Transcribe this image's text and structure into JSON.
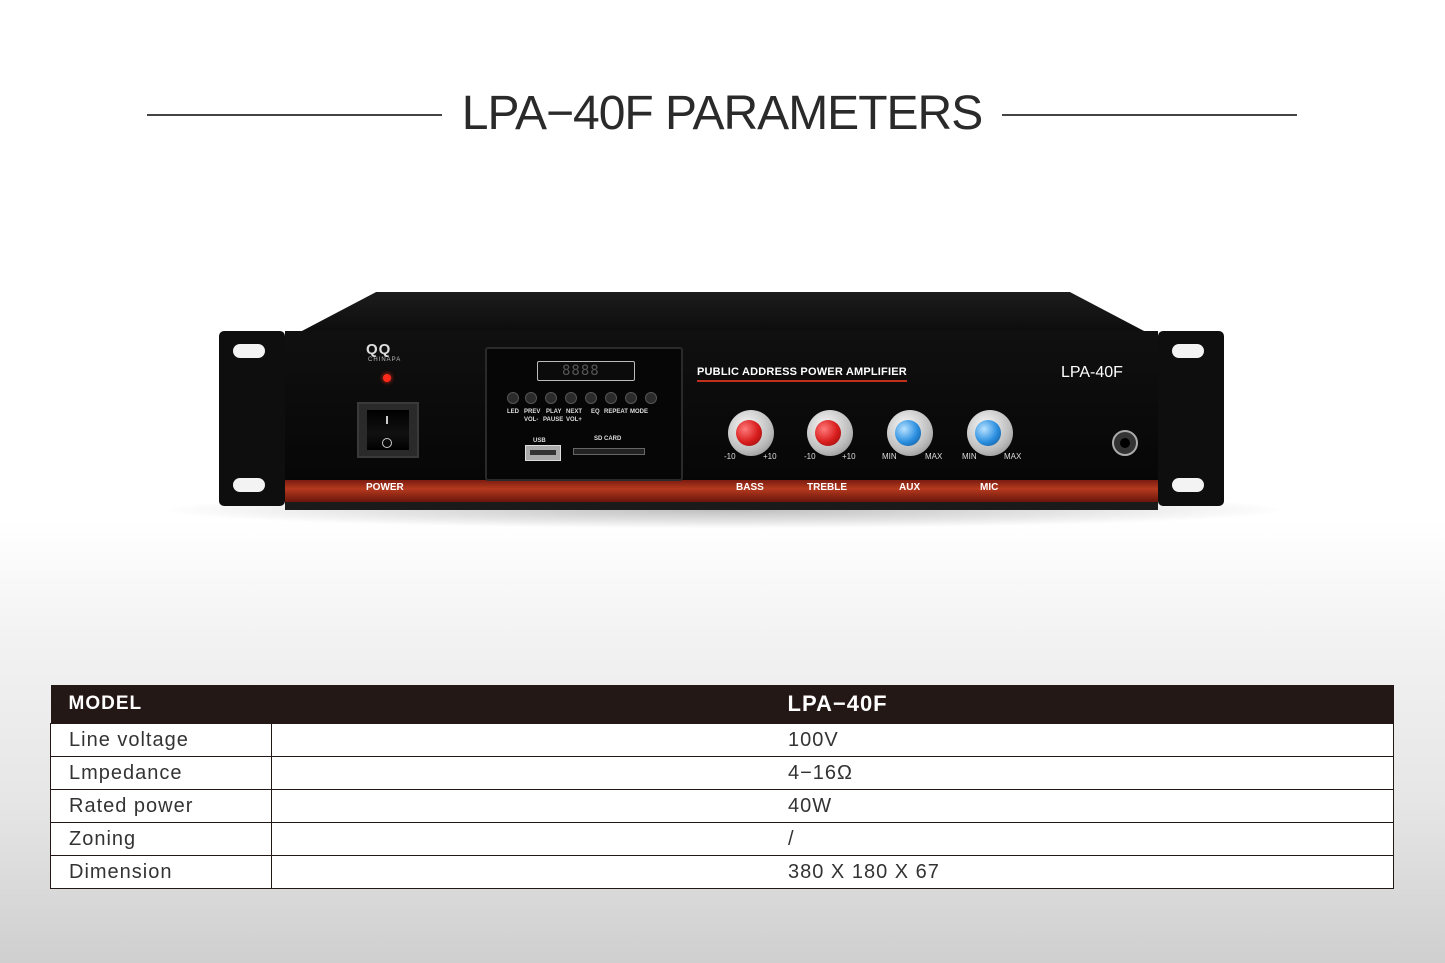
{
  "page": {
    "title": "LPA−40F PARAMETERS"
  },
  "device": {
    "logo": "QQ",
    "logo_sub": "CHINAPA",
    "brand_text": "PUBLIC ADDRESS POWER AMPLIFIER",
    "model_tag": "LPA-40F",
    "power_label": "POWER",
    "player": {
      "display": "8888",
      "buttons": [
        "LED",
        "PREV",
        "PLAY",
        "NEXT",
        "EQ",
        "REPEAT",
        "MODE"
      ],
      "button_sublabels": [
        "VOL-",
        "PAUSE",
        "VOL+"
      ],
      "usb_label": "USB",
      "sd_label": "SD CARD"
    },
    "knobs": [
      {
        "label": "BASS",
        "min": "-10",
        "max": "+10",
        "color": "#d81c1c"
      },
      {
        "label": "TREBLE",
        "min": "-10",
        "max": "+10",
        "color": "#d81c1c"
      },
      {
        "label": "AUX",
        "min": "MIN",
        "max": "MAX",
        "color": "#2a8ee0"
      },
      {
        "label": "MIC",
        "min": "MIN",
        "max": "MAX",
        "color": "#2a8ee0"
      }
    ]
  },
  "table": {
    "header": {
      "label": "MODEL",
      "value": "LPA−40F"
    },
    "rows": [
      {
        "label": "Line voltage",
        "value": "100V"
      },
      {
        "label": "Lmpedance",
        "value": "4−16Ω"
      },
      {
        "label": "Rated power",
        "value": "40W"
      },
      {
        "label": "Zoning",
        "value": "/"
      },
      {
        "label": "Dimension",
        "value": "380 X 180 X 67"
      }
    ]
  }
}
